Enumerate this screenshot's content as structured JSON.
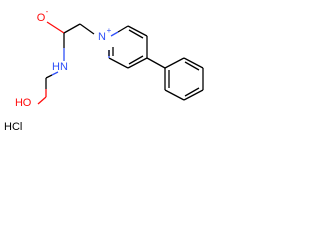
{
  "molecule": {
    "colors": {
      "bond": "#000000",
      "oxygen": "#ff0d0d",
      "nitrogen": "#3050f8",
      "background": "#ffffff"
    },
    "atoms": {
      "o_carbonyl": {
        "symbol": "O",
        "charge": "-"
      },
      "n_amide": {
        "symbol": "N",
        "hydrogen": "H"
      },
      "n_pyridinium": {
        "symbol": "N",
        "charge": "+"
      },
      "o_hydroxyl": {
        "symbol": "O",
        "hydrogen": "H"
      }
    },
    "salt": "HCl"
  }
}
